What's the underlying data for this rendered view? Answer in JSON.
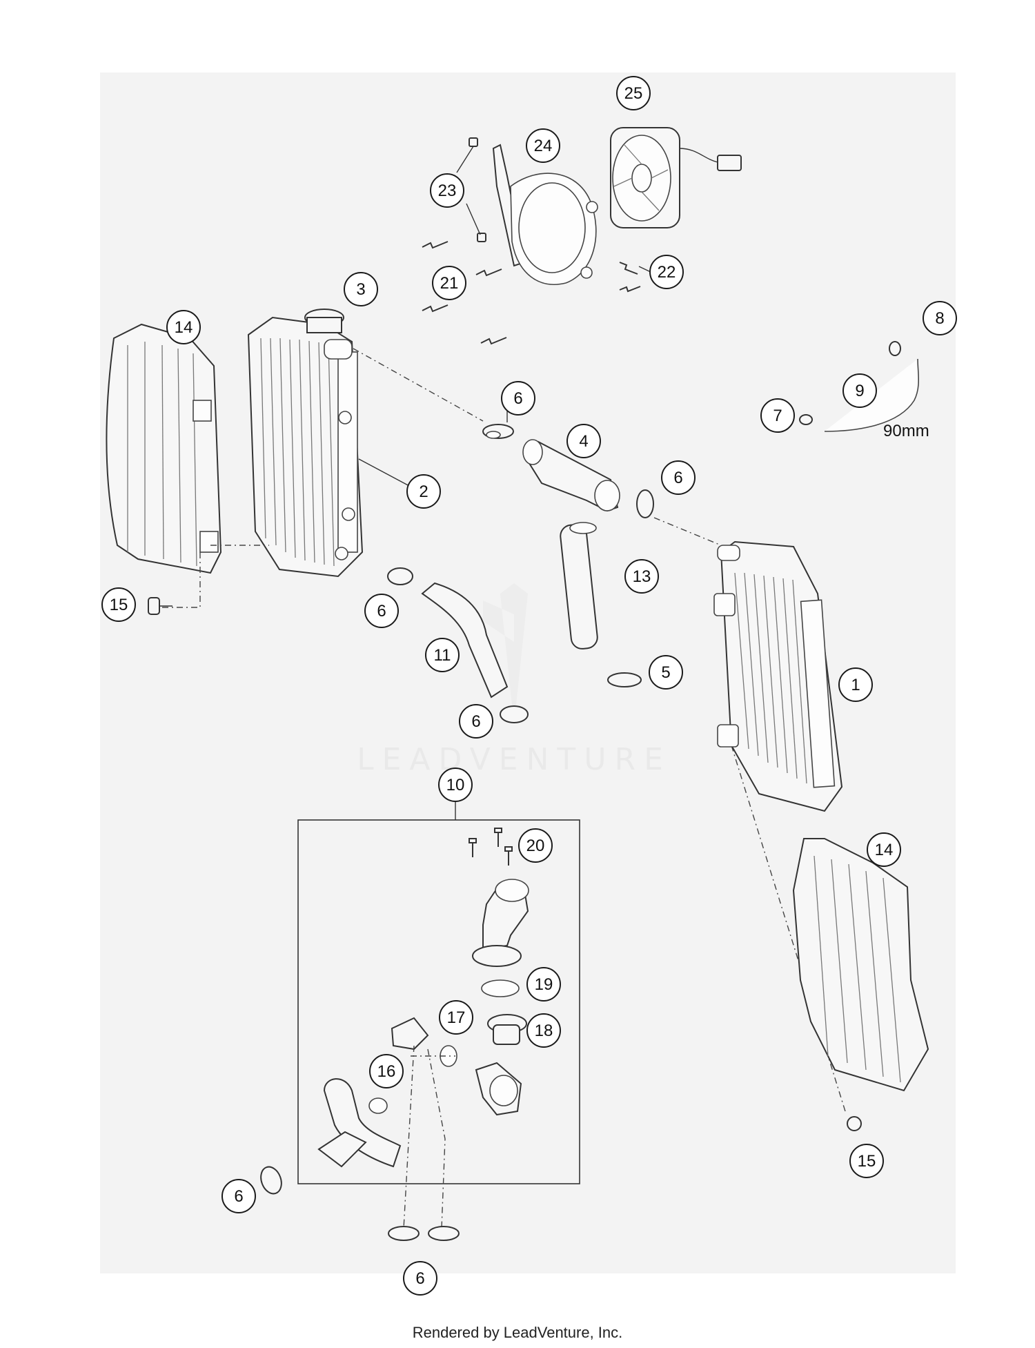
{
  "diagram": {
    "dimension_label": "90mm",
    "watermark": "LEADVENTURE",
    "footer": "Rendered by LeadVenture, Inc.",
    "callouts": [
      {
        "id": "c25",
        "label": "25"
      },
      {
        "id": "c24",
        "label": "24"
      },
      {
        "id": "c23",
        "label": "23"
      },
      {
        "id": "c22",
        "label": "22"
      },
      {
        "id": "c21",
        "label": "21"
      },
      {
        "id": "c3",
        "label": "3"
      },
      {
        "id": "c14a",
        "label": "14"
      },
      {
        "id": "c8",
        "label": "8"
      },
      {
        "id": "c9",
        "label": "9"
      },
      {
        "id": "c7",
        "label": "7"
      },
      {
        "id": "c6a",
        "label": "6"
      },
      {
        "id": "c4",
        "label": "4"
      },
      {
        "id": "c6b",
        "label": "6"
      },
      {
        "id": "c2",
        "label": "2"
      },
      {
        "id": "c13",
        "label": "13"
      },
      {
        "id": "c15a",
        "label": "15"
      },
      {
        "id": "c6c",
        "label": "6"
      },
      {
        "id": "c11",
        "label": "11"
      },
      {
        "id": "c5",
        "label": "5"
      },
      {
        "id": "c1",
        "label": "1"
      },
      {
        "id": "c6d",
        "label": "6"
      },
      {
        "id": "c10",
        "label": "10"
      },
      {
        "id": "c20",
        "label": "20"
      },
      {
        "id": "c14b",
        "label": "14"
      },
      {
        "id": "c19",
        "label": "19"
      },
      {
        "id": "c17",
        "label": "17"
      },
      {
        "id": "c18",
        "label": "18"
      },
      {
        "id": "c16",
        "label": "16"
      },
      {
        "id": "c15b",
        "label": "15"
      },
      {
        "id": "c6e",
        "label": "6"
      },
      {
        "id": "c6f",
        "label": "6"
      }
    ]
  }
}
